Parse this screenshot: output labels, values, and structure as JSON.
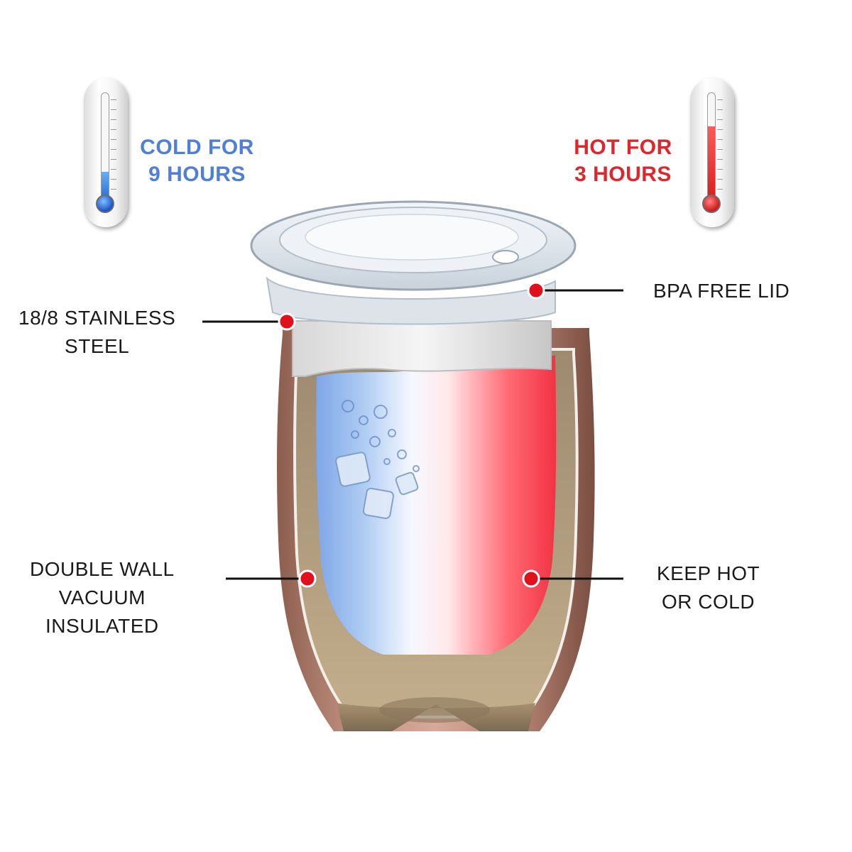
{
  "cold_badge": {
    "line1": "COLD FOR",
    "line2": "9 HOURS",
    "level": 0.3
  },
  "hot_badge": {
    "line1": "HOT FOR",
    "line2": "3 HOURS",
    "level": 0.7
  },
  "callouts": {
    "lid": {
      "line1": "BPA FREE LID"
    },
    "steel": {
      "line1": "18/8 STAINLESS",
      "line2": "STEEL"
    },
    "vacuum": {
      "line1": "DOUBLE WALL",
      "line2": "VACUUM",
      "line3": "INSULATED"
    },
    "keep": {
      "line1": "KEEP HOT",
      "line2": "OR COLD"
    }
  },
  "colors": {
    "cold": "#4f7fd6",
    "hot": "#e0262d",
    "marker": "#e0101c",
    "shell": "#b8836f"
  }
}
